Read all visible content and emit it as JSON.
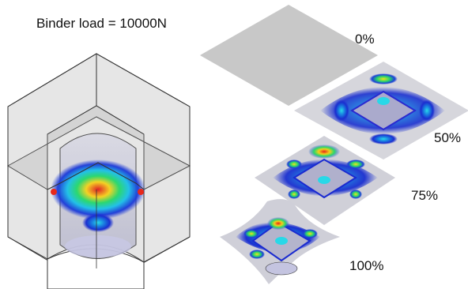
{
  "title": "Binder load = 10000N",
  "stages": [
    {
      "label": "0%",
      "progress": 0
    },
    {
      "label": "50%",
      "progress": 0.5
    },
    {
      "label": "75%",
      "progress": 0.75
    },
    {
      "label": "100%",
      "progress": 1.0
    }
  ],
  "colors": {
    "blank": "#c8c8c8",
    "contour_low": "#1a2fd0",
    "contour_mid": "#19d8c8",
    "contour_high": "#f8e21a",
    "contour_max": "#e8201a",
    "die_fill": "#e4e4e4",
    "die_edge": "#333333"
  }
}
